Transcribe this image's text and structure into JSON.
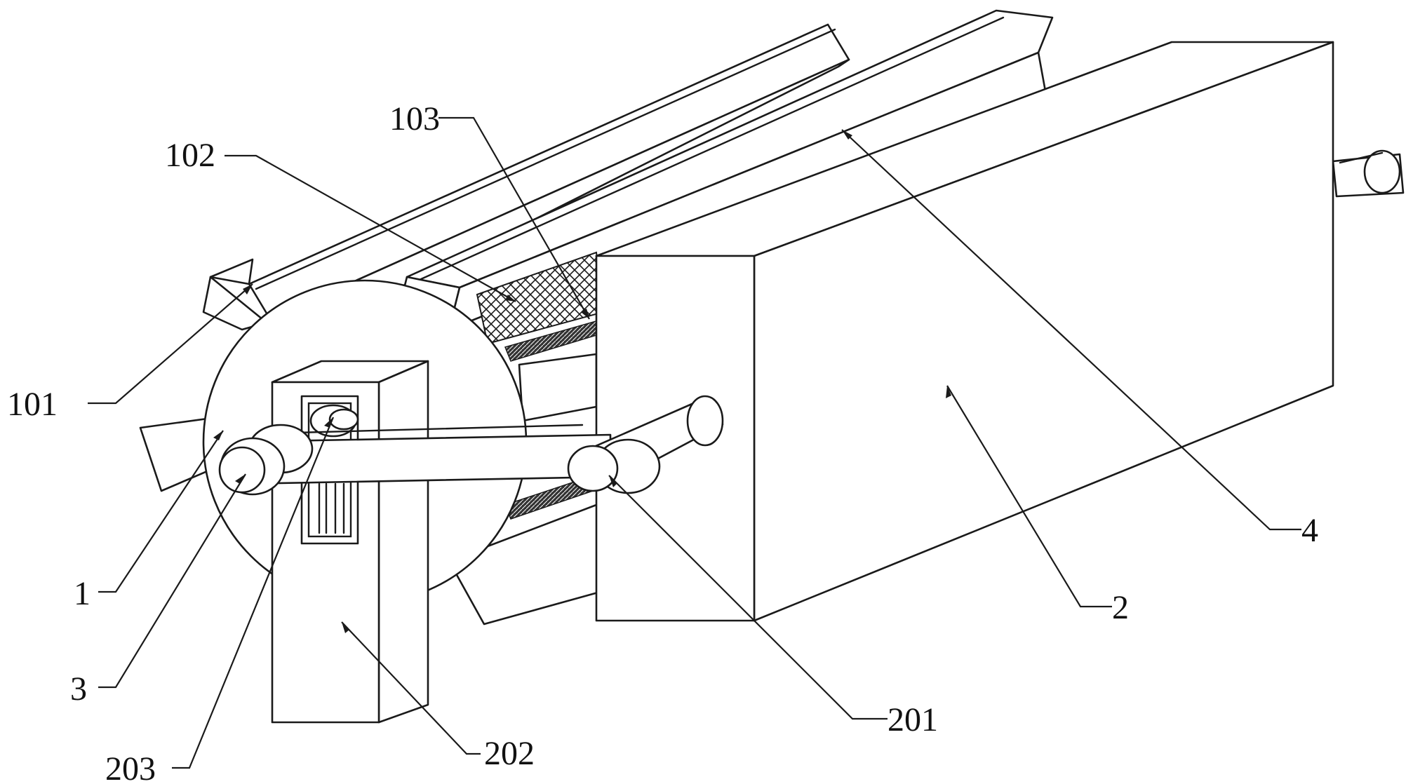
{
  "labels": {
    "l101": "101",
    "l102": "102",
    "l103": "103",
    "l1": "1",
    "l2": "2",
    "l3": "3",
    "l4": "4",
    "l201": "201",
    "l202": "202",
    "l203": "203"
  },
  "colors": {
    "line": "#1a1a1a",
    "background": "#ffffff"
  }
}
